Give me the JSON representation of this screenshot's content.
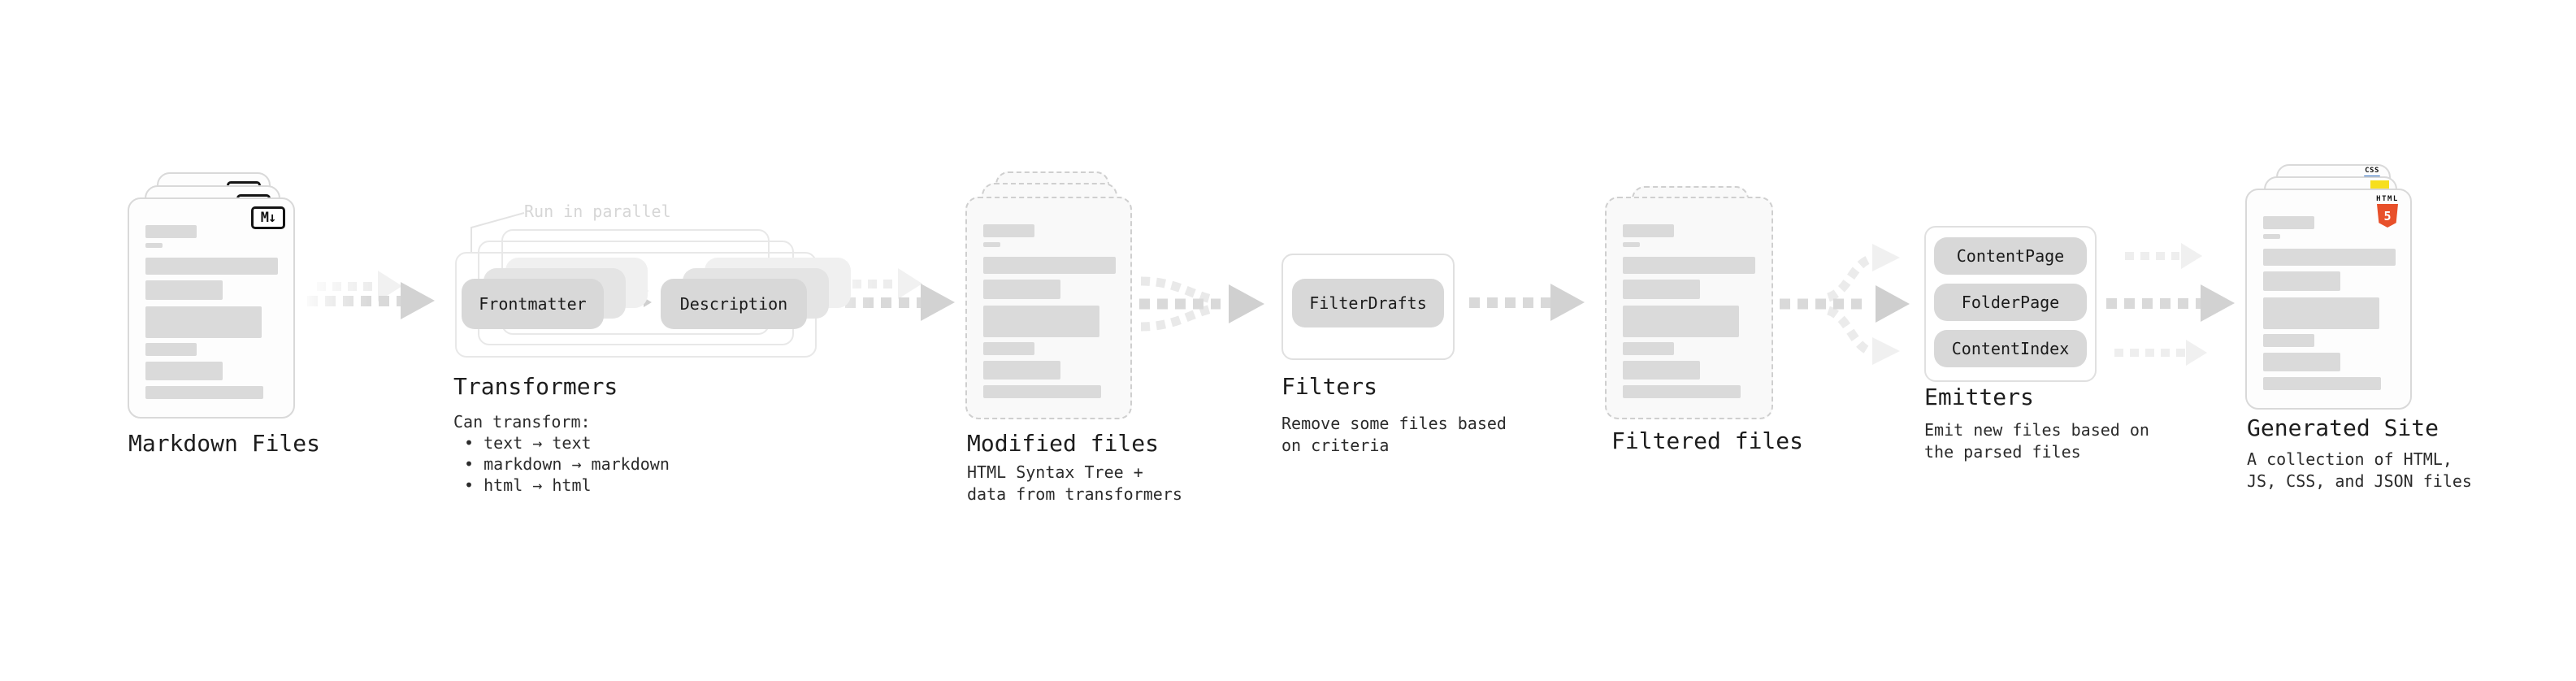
{
  "diagram": {
    "stages": {
      "markdown": {
        "label": "Markdown Files",
        "icon": "M↓"
      },
      "transformers": {
        "label": "Transformers",
        "callout": "Run in parallel",
        "nodes": {
          "frontmatter": "Frontmatter",
          "description": "Description"
        },
        "desc_heading": "Can transform:",
        "bullets": [
          "• text → text",
          "• markdown → markdown",
          "• html → html"
        ]
      },
      "modified": {
        "label": "Modified files",
        "desc": [
          "HTML Syntax Tree +",
          "data from transformers"
        ]
      },
      "filters": {
        "label": "Filters",
        "nodes": {
          "filter_drafts": "FilterDrafts"
        },
        "desc": [
          "Remove some files based",
          "on criteria"
        ]
      },
      "filtered": {
        "label": "Filtered files"
      },
      "emitters": {
        "label": "Emitters",
        "nodes": {
          "content_page": "ContentPage",
          "folder_page": "FolderPage",
          "content_index": "ContentIndex"
        },
        "desc": [
          "Emit new files based on",
          "the parsed files"
        ]
      },
      "generated": {
        "label": "Generated Site",
        "desc": [
          "A collection of HTML,",
          "JS, CSS, and JSON files"
        ],
        "icons": {
          "html_label": "HTML",
          "html_number": "5",
          "css_label": "CSS"
        }
      }
    },
    "colors": {
      "html5_orange": "#e8502a",
      "js_yellow": "#f7df1e",
      "css_blue": "#2b6cc4",
      "node_fill": "#d8d8d8",
      "placeholder_bar": "#dadada",
      "arrow_gray": "#d9d9d9"
    }
  }
}
